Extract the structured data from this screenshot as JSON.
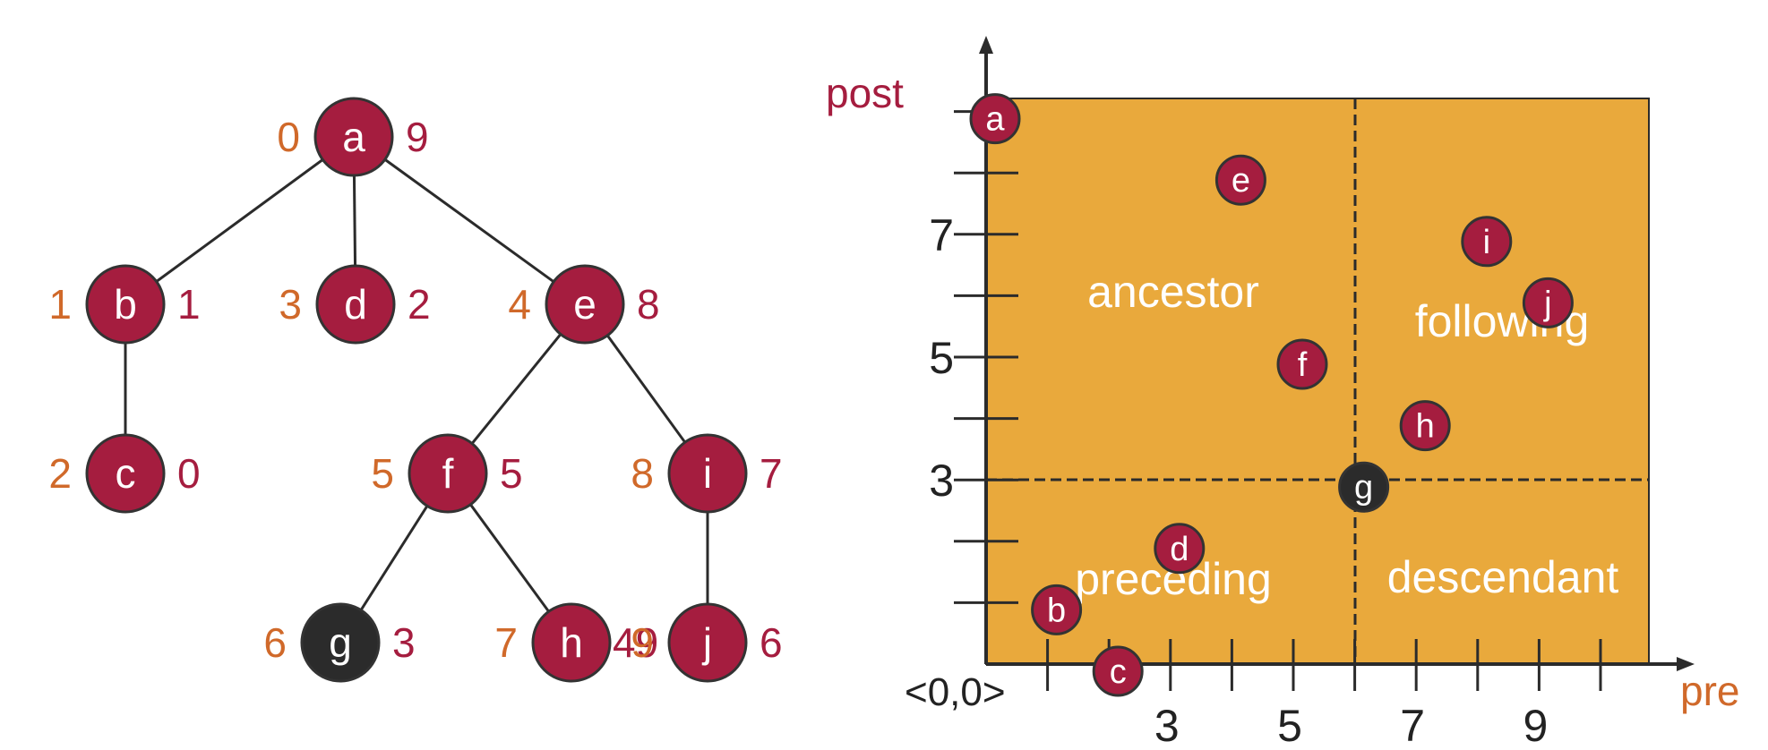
{
  "colors": {
    "node_fill": "#a51d3f",
    "context_node_fill": "#2b2b2b",
    "pre_color": "#d0692a",
    "post_color": "#a51d3f",
    "region_fill": "#e9a93c",
    "line_color": "#2b2b2b"
  },
  "tree": {
    "nodes": [
      {
        "id": "a",
        "pre": "0",
        "post": "9",
        "context": false
      },
      {
        "id": "b",
        "pre": "1",
        "post": "1",
        "context": false
      },
      {
        "id": "c",
        "pre": "2",
        "post": "0",
        "context": false
      },
      {
        "id": "d",
        "pre": "3",
        "post": "2",
        "context": false
      },
      {
        "id": "e",
        "pre": "4",
        "post": "8",
        "context": false
      },
      {
        "id": "f",
        "pre": "5",
        "post": "5",
        "context": false
      },
      {
        "id": "g",
        "pre": "6",
        "post": "3",
        "context": true
      },
      {
        "id": "h",
        "pre": "7",
        "post": "49",
        "context": false
      },
      {
        "id": "i",
        "pre": "8",
        "post": "7",
        "context": false
      },
      {
        "id": "j",
        "pre": "9",
        "post": "6",
        "context": false
      }
    ],
    "edges": [
      [
        "a",
        "b"
      ],
      [
        "a",
        "d"
      ],
      [
        "a",
        "e"
      ],
      [
        "b",
        "c"
      ],
      [
        "e",
        "f"
      ],
      [
        "e",
        "i"
      ],
      [
        "f",
        "g"
      ],
      [
        "f",
        "h"
      ],
      [
        "i",
        "j"
      ]
    ]
  },
  "plot": {
    "x_axis_label": "pre",
    "y_axis_label": "post",
    "origin_label": "<0,0>",
    "x_tick_labels": [
      "3",
      "5",
      "7",
      "9"
    ],
    "y_tick_labels": [
      "7",
      "5",
      "3"
    ],
    "regions": {
      "ancestor": "ancestor",
      "following": "following",
      "preceding": "preceding",
      "descendant": "descendant"
    },
    "points": [
      {
        "id": "a",
        "pre": 0,
        "post": 9,
        "context": false
      },
      {
        "id": "b",
        "pre": 1,
        "post": 1,
        "context": false
      },
      {
        "id": "c",
        "pre": 2,
        "post": 0,
        "context": false
      },
      {
        "id": "d",
        "pre": 3,
        "post": 2,
        "context": false
      },
      {
        "id": "e",
        "pre": 4,
        "post": 8,
        "context": false
      },
      {
        "id": "f",
        "pre": 5,
        "post": 5,
        "context": false
      },
      {
        "id": "g",
        "pre": 6,
        "post": 3,
        "context": true
      },
      {
        "id": "h",
        "pre": 7,
        "post": 4,
        "context": false
      },
      {
        "id": "i",
        "pre": 8,
        "post": 7,
        "context": false
      },
      {
        "id": "j",
        "pre": 9,
        "post": 6,
        "context": false
      }
    ]
  }
}
